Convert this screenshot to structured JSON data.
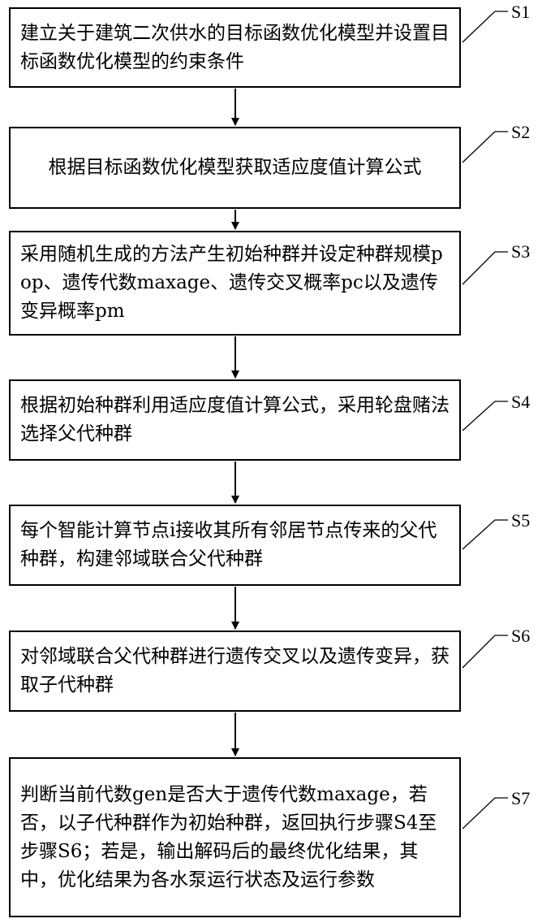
{
  "steps": [
    {
      "id": "S1",
      "text": "建立关于建筑二次供水的目标函数优化模型并设置目标函数优化模型的约束条件"
    },
    {
      "id": "S2",
      "text": "根据目标函数优化模型获取适应度值计算公式"
    },
    {
      "id": "S3",
      "text": "采用随机生成的方法产生初始种群并设定种群规模pop、遗传代数maxage、遗传交叉概率pc以及遗传变异概率pm"
    },
    {
      "id": "S4",
      "text": "根据初始种群利用适应度值计算公式，采用轮盘赌法选择父代种群"
    },
    {
      "id": "S5",
      "text": "每个智能计算节点i接收其所有邻居节点传来的父代种群，构建邻域联合父代种群"
    },
    {
      "id": "S6",
      "text": "对邻域联合父代种群进行遗传交叉以及遗传变异，获取子代种群"
    },
    {
      "id": "S7",
      "text": "判断当前代数gen是否大于遗传代数maxage，若否，以子代种群作为初始种群，返回执行步骤S4至步骤S6；若是，输出解码后的最终优化结果，其中，优化结果为各水泵运行状态及运行参数"
    }
  ]
}
